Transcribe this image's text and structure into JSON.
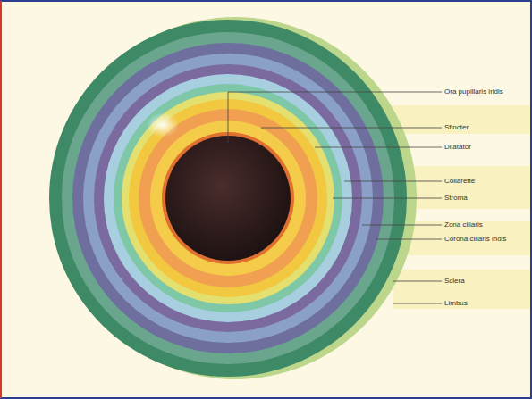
{
  "diagram": {
    "labels": [
      "Ora pupillaris iridis",
      "Sfincter",
      "Dilatator",
      "Collarette",
      "Stroma",
      "Zona ciliaris",
      "Corona ciliaris iridis",
      "Sclera",
      "Limbus"
    ]
  }
}
